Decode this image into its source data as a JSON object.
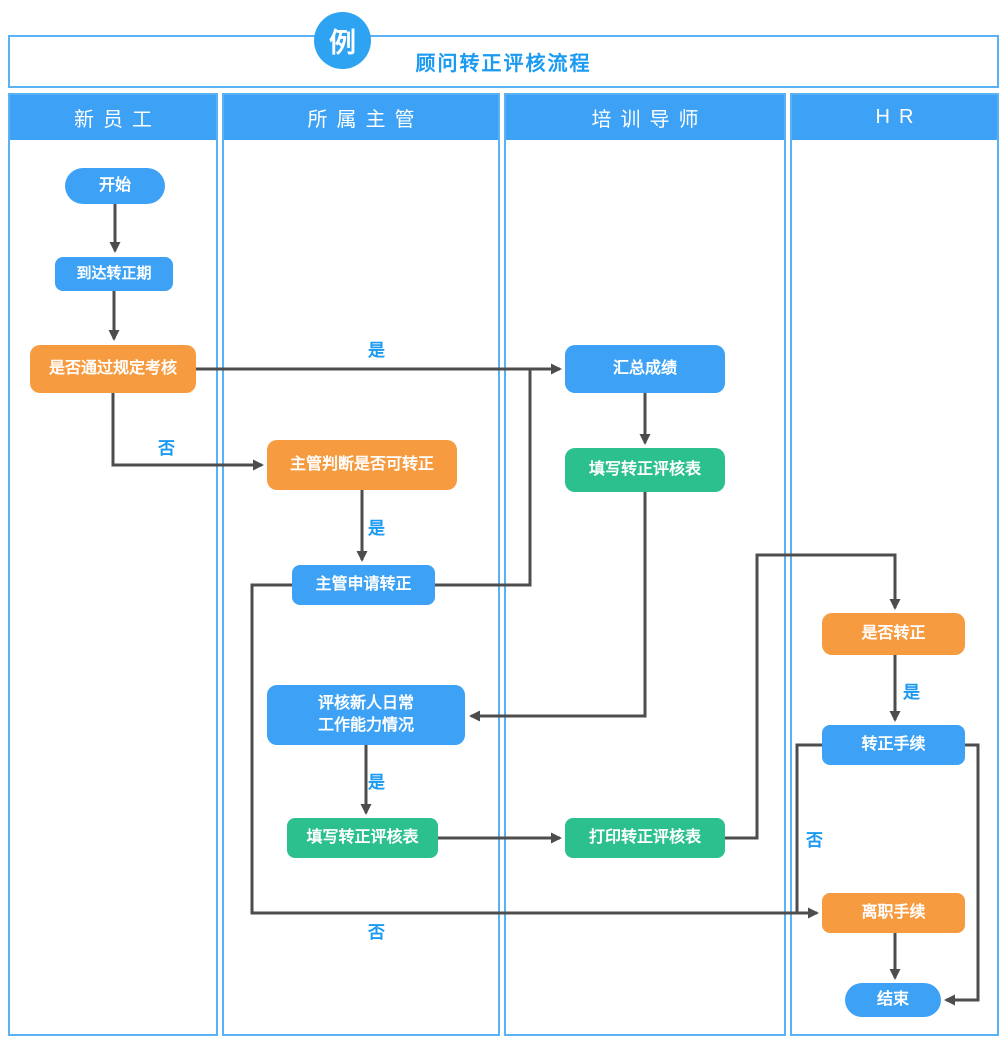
{
  "header": {
    "badge": "例",
    "title": "顾问转正评核流程"
  },
  "lanes": [
    {
      "label": "新员工"
    },
    {
      "label": "所属主管"
    },
    {
      "label": "培训导师"
    },
    {
      "label": "HR"
    }
  ],
  "nodes": {
    "start": {
      "label": "开始",
      "type": "start"
    },
    "reach_probation_end": {
      "label": "到达转正期",
      "type": "process"
    },
    "pass_required_exam": {
      "label": "是否通过规定考核",
      "type": "decision"
    },
    "supervisor_judge": {
      "label": "主管判断是否可转正",
      "type": "decision"
    },
    "supervisor_apply": {
      "label": "主管申请转正",
      "type": "process"
    },
    "evaluate_daily_ability": {
      "label": "评核新人日常\n工作能力情况",
      "type": "process"
    },
    "fill_review_form_supervisor": {
      "label": "填写转正评核表",
      "type": "process"
    },
    "summarize_scores": {
      "label": "汇总成绩",
      "type": "process"
    },
    "fill_review_form_mentor": {
      "label": "填写转正评核表",
      "type": "process"
    },
    "print_review_form": {
      "label": "打印转正评核表",
      "type": "process"
    },
    "regularize_decision": {
      "label": "是否转正",
      "type": "decision"
    },
    "regularization_procedure": {
      "label": "转正手续",
      "type": "process"
    },
    "resignation_procedure": {
      "label": "离职手续",
      "type": "process"
    },
    "end": {
      "label": "结束",
      "type": "end"
    }
  },
  "edge_labels": {
    "pass_yes": "是",
    "pass_no": "否",
    "judge_yes": "是",
    "evaluate_yes": "是",
    "regularize_yes": "是",
    "regularize_no": "否",
    "bottom_no": "否"
  },
  "colors": {
    "node_blue": "#3da2f5",
    "node_orange": "#f79b40",
    "node_green": "#2cc08f",
    "lane_header_blue": "#3da2f5",
    "border_blue": "#5ab1f3",
    "arrow_gray": "#4d4d4d",
    "label_blue": "#1b9af2"
  }
}
